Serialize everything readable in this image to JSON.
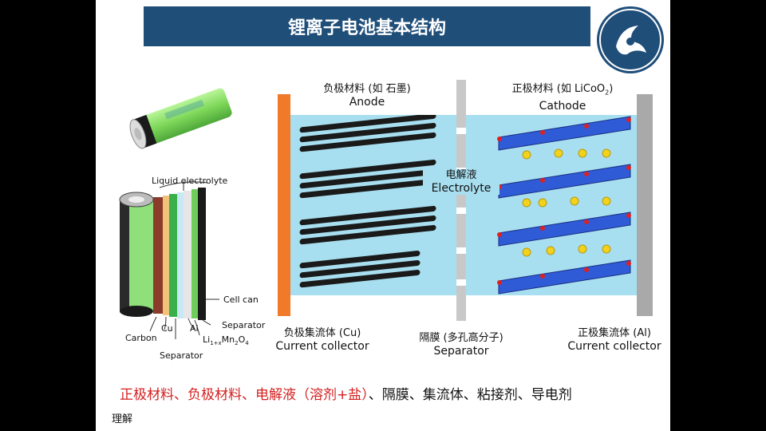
{
  "title": "锂离子电池基本结构",
  "left_figure": {
    "liquid_electrolyte": "Liquid electrolyte",
    "cell_can": "Cell can",
    "separator_top": "Separator",
    "carbon": "Carbon",
    "cu": "Cu",
    "al": "Al",
    "separator_bottom": "Separator",
    "li_formula_main": "Li",
    "li_formula_sub": "1+x",
    "li_formula_rest": "Mn",
    "mn_sub": "2",
    "o": "O",
    "o_sub": "4"
  },
  "diagram": {
    "anode_cn": "负极材料 (如 石墨)",
    "anode_en": "Anode",
    "cathode_cn": "正极材料 (如 LiCoO",
    "cathode_sub": "2",
    "cathode_cn_end": ")",
    "cathode_en": "Cathode",
    "electrolyte_cn": "电解液",
    "electrolyte_en": "Electrolyte",
    "neg_collector_cn": "负极集流体 (Cu)",
    "neg_collector_en": "Current collector",
    "separator_cn": "隔膜 (多孔高分子)",
    "separator_en": "Separator",
    "pos_collector_cn": "正极集流体 (Al)",
    "pos_collector_en": "Current collector",
    "colors": {
      "electrolyte_bg": "#a8dff0",
      "cu_collector": "#f07a2a",
      "al_collector": "#a9a9a9",
      "cathode_blue": "#2f5bd6",
      "oxygen_red": "#e02020",
      "lithium_yellow": "#f2d21a"
    }
  },
  "summary": {
    "red_part": "正极材料、负极材料、电解液（溶剂+盐）",
    "black_part": "、隔膜、集流体、粘接剂、导电剂"
  },
  "note": "理解"
}
